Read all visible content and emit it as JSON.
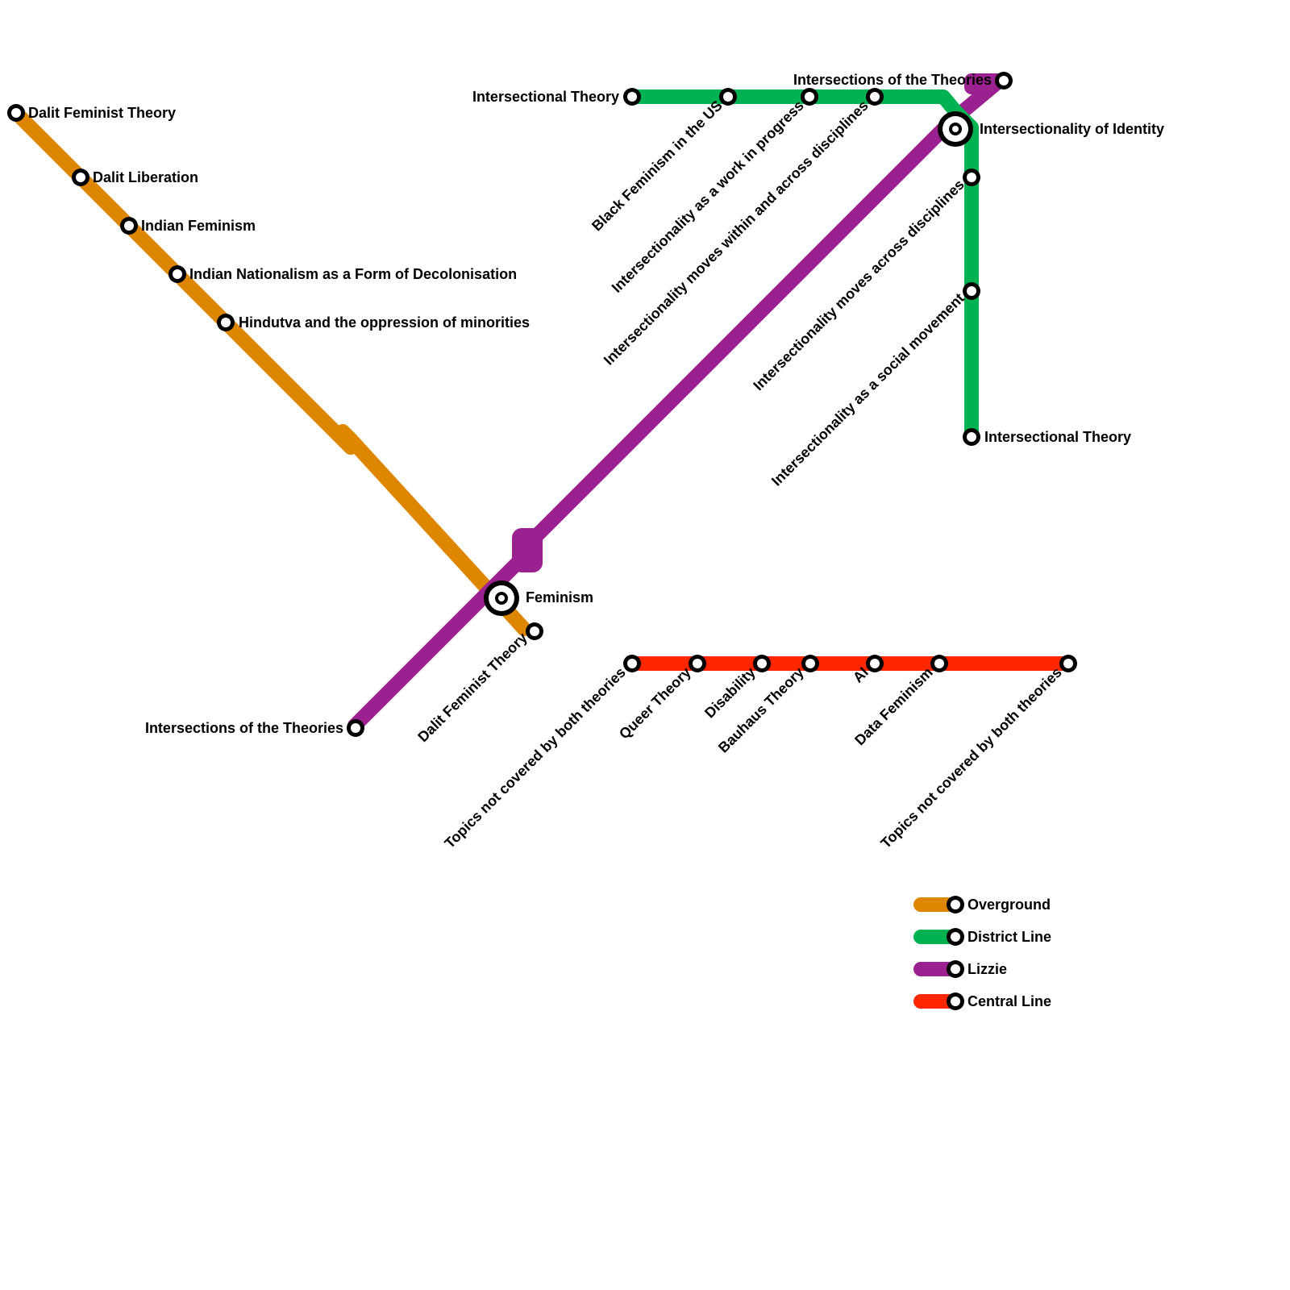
{
  "lines": [
    {
      "key": "overground",
      "name": "Overground",
      "color": "#df8600"
    },
    {
      "key": "district",
      "name": "District Line",
      "color": "#00b251"
    },
    {
      "key": "lizzie",
      "name": "Lizzie",
      "color": "#9b2191"
    },
    {
      "key": "central",
      "name": "Central Line",
      "color": "#ff2600"
    }
  ],
  "stations": {
    "dalit_feminist_theory_top": "Dalit Feminist Theory",
    "dalit_liberation": "Dalit Liberation",
    "indian_feminism": "Indian Feminism",
    "indian_nationalism": "Indian Nationalism as a Form of Decolonisation",
    "hindutva": "Hindutva and the oppression of minorities",
    "feminism": "Feminism",
    "dalit_feminist_theory_bottom": "Dalit Feminist Theory",
    "intersections_left": "Intersections of the Theories",
    "intersections_top": "Intersections of the Theories",
    "intersectional_theory_top": "Intersectional Theory",
    "black_feminism": "Black Feminism in the US",
    "work_in_progress": "Intersectionality as a work in progress",
    "within_across": "Intersectionality moves within and across disciplines",
    "intersectionality_identity": "Intersectionality of Identity",
    "across_disciplines": "Intersectionality moves across disciplines",
    "social_movement": "Intersectionality as a social movement",
    "intersectional_theory_right": "Intersectional Theory",
    "topics_not_covered_left": "Topics not covered by both theories",
    "queer_theory": "Queer Theory",
    "disability": "Disability",
    "bauhaus": "Bauhaus Theory",
    "ai": "AI",
    "data_feminism": "Data Feminism",
    "topics_not_covered_right": "Topics not covered by both theories"
  }
}
